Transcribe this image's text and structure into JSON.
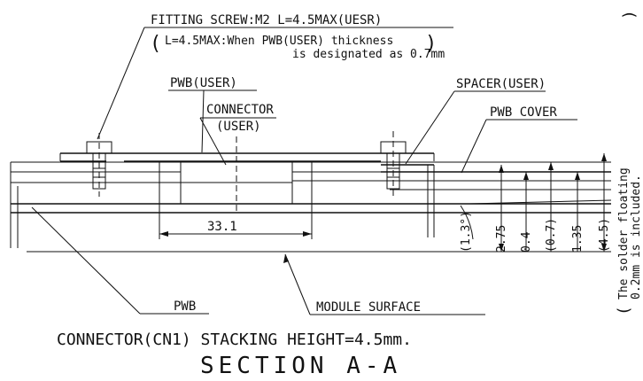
{
  "labels": {
    "fitting_screw": "FITTING SCREW:M2 L=4.5MAX(UESR)",
    "note_open": "(",
    "note_line1": "L=4.5MAX:When PWB(USER) thickness",
    "note_line2": "is designated as 0.7mm",
    "note_close": ")",
    "pwb_user": "PWB(USER)",
    "spacer_user": "SPACER(USER)",
    "connector": "CONNECTOR",
    "connector_user": "(USER)",
    "pwb_cover": "PWB COVER",
    "solder_open": "(",
    "solder_line1": "The solder floating",
    "solder_line2": "0.2mm is included.",
    "solder_close": ")",
    "pwb": "PWB",
    "module_surface": "MODULE SURFACE",
    "caption": "CONNECTOR(CN1) STACKING HEIGHT=4.5mm.",
    "section": "SECTION A-A"
  },
  "dimensions": {
    "width_33_1": "33.1",
    "angle": "(1.3°)",
    "d_2_75": "2.75",
    "d_0_4": "0.4",
    "d_0_7": "(0.7)",
    "d_1_35": "1.35",
    "d_4_5": "(4.5)"
  }
}
